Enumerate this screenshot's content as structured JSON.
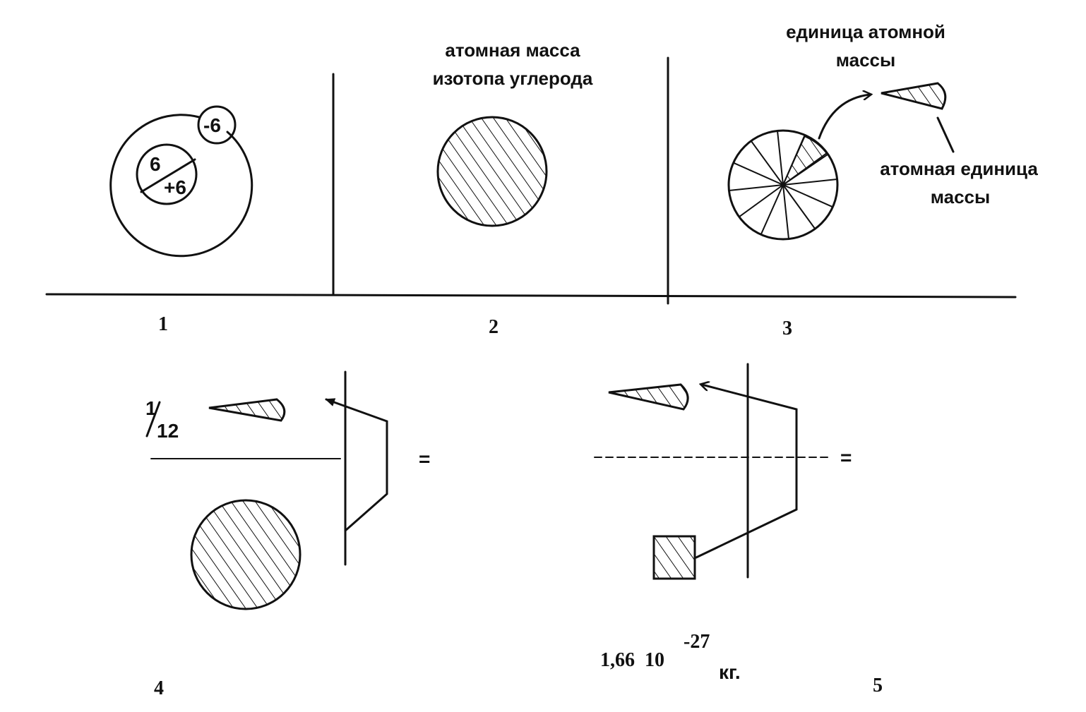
{
  "panels": {
    "p1": {
      "number": "1",
      "nucleus_mass": "6",
      "nucleus_charge": "+6",
      "electron_charge": "-6"
    },
    "p2": {
      "number": "2",
      "title_line1": "атомная масса",
      "title_line2": "изотопа углерода"
    },
    "p3": {
      "number": "3",
      "top_label_line1": "единица атомной",
      "top_label_line2": "массы",
      "side_label_line1": "атомная единица",
      "side_label_line2": "массы"
    },
    "p4": {
      "number": "4",
      "fraction_numerator": "1",
      "fraction_denominator": "12",
      "equals": "="
    },
    "p5": {
      "number": "5",
      "equals": "=",
      "value": "1,66  10",
      "exponent": "-27",
      "unit": "кг."
    }
  },
  "colors": {
    "ink": "#111111",
    "paper": "#ffffff"
  }
}
